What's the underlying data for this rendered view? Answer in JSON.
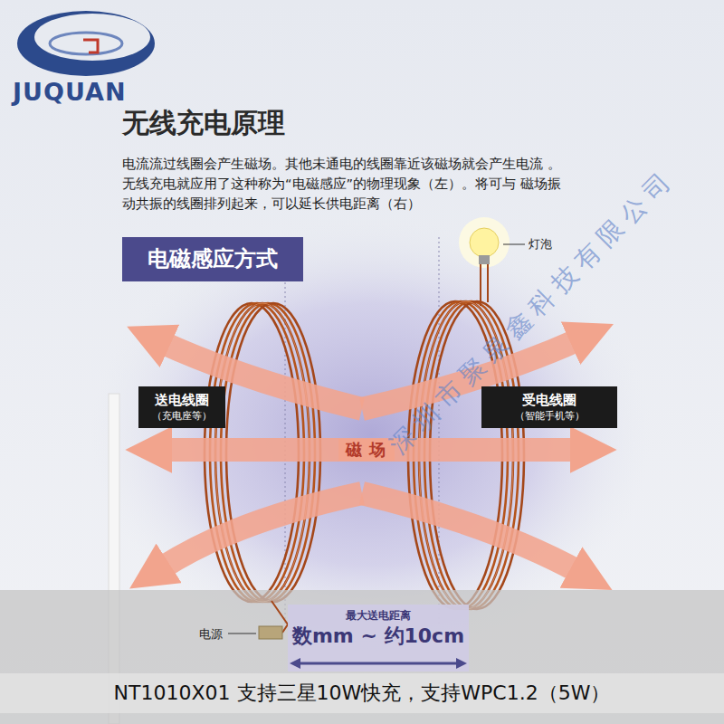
{
  "diagram": {
    "title": "无线充电原理",
    "caption": "NT1010X01 支持三星10W快充，支持WPC1.2（5W）",
    "nodes": [
      {
        "text": [
          "电磁感应方式"
        ]
      },
      {
        "text": [
          "送电线圈",
          "（充电座等）"
        ]
      },
      {
        "text": [
          "受电线圈",
          "（智能手机等）"
        ]
      },
      {
        "text": [
          "最大送电距离",
          "数mm ~ 约10cm"
        ]
      }
    ],
    "labels": [
      "JUQUAN",
      "电流流过线圈会产生磁场。其他未通电的线圈靠近该磁场就会产生电流 。无线充电就应用了这种称为“电磁感应”的物理现象（左）。将可与 磁场振动共振的线圈排列起来，可以延长供电距离（右）",
      "磁场",
      "灯泡",
      "电源",
      "深圳市聚泉鑫科技有限公司"
    ]
  }
}
